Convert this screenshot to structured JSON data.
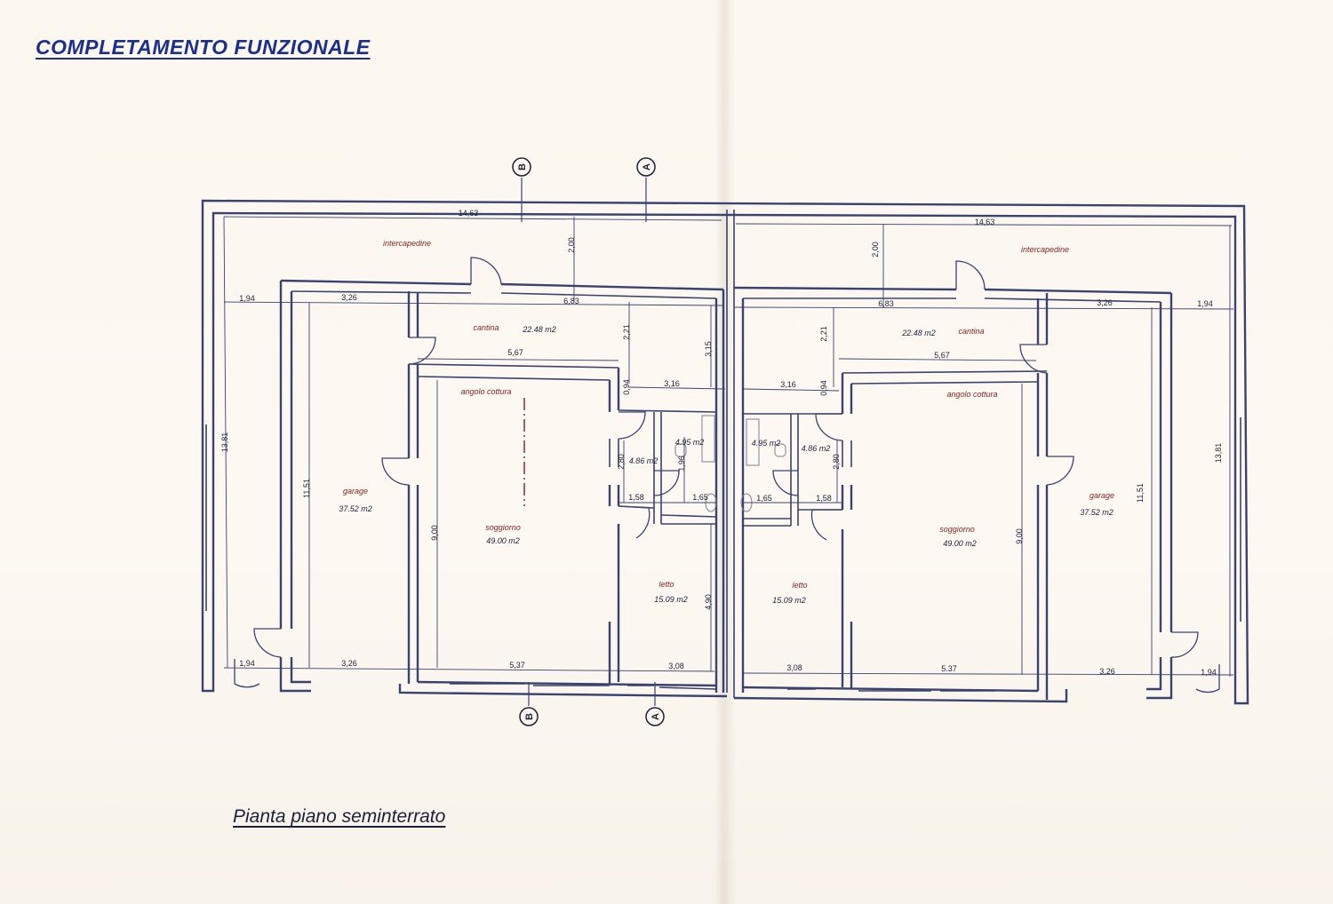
{
  "title": "COMPLETAMENTO FUNZIONALE",
  "caption": "Pianta piano seminterrato",
  "section_markers": {
    "b": "B",
    "a": "A"
  },
  "left_unit": {
    "rooms": {
      "intercapedine": {
        "name": "intercapedine"
      },
      "cantina": {
        "name": "cantina",
        "area": "22.48 m2"
      },
      "angolo_cottura": {
        "name": "angolo cottura"
      },
      "garage": {
        "name": "garage",
        "area": "37.52 m2"
      },
      "soggiorno": {
        "name": "soggiorno",
        "area": "49.00 m2"
      },
      "letto": {
        "name": "letto",
        "area": "15.09 m2"
      },
      "bagno": {
        "area": "4.95 m2"
      },
      "disimpegno": {
        "area": "4.86 m2"
      }
    },
    "dims": {
      "top_width": "14,63",
      "intercapedine_depth": "2,00",
      "side_offset": "1,94",
      "garage_width": "3,26",
      "cantina_width": "6,83",
      "cantina_depth": "2,21",
      "cantina_height": "3,15",
      "kitchen_width": "5,67",
      "bath_width": "3,16",
      "small_gap": "0,94",
      "total_depth": "13,81",
      "garage_depth": "11,51",
      "soggiorno_depth": "9,00",
      "hall_depth": "2,80",
      "hall_width": "1,58",
      "bath_small": "1,65",
      "bath_depth": "1,96",
      "letto_depth": "4,90",
      "bottom_offset": "1,94",
      "bottom_garage": "3,26",
      "bottom_soggiorno": "5,37",
      "bottom_letto": "3,08"
    }
  },
  "right_unit": {
    "rooms": {
      "intercapedine": {
        "name": "intercapedine"
      },
      "cantina": {
        "name": "cantina",
        "area": "22.48 m2"
      },
      "angolo_cottura": {
        "name": "angolo cottura"
      },
      "garage": {
        "name": "garage",
        "area": "37.52 m2"
      },
      "soggiorno": {
        "name": "soggiorno",
        "area": "49.00 m2"
      },
      "letto": {
        "name": "letto",
        "area": "15.09 m2"
      },
      "bagno": {
        "area": "4.95 m2"
      },
      "disimpegno": {
        "area": "4.86 m2"
      }
    },
    "dims": {
      "top_width": "14,63",
      "intercapedine_depth": "2,00",
      "side_offset": "1,94",
      "garage_width": "3,26",
      "cantina_width": "6,83",
      "cantina_depth": "2,21",
      "kitchen_width": "5,67",
      "bath_width": "3,16",
      "small_gap": "0,94",
      "total_depth": "13,81",
      "garage_depth": "11,51",
      "soggiorno_depth": "9,00",
      "hall_depth": "2,80",
      "hall_width": "1,58",
      "bath_small": "1,65",
      "bottom_offset": "1,94",
      "bottom_garage": "3,26",
      "bottom_soggiorno": "5.37",
      "bottom_letto": "3,08"
    }
  }
}
